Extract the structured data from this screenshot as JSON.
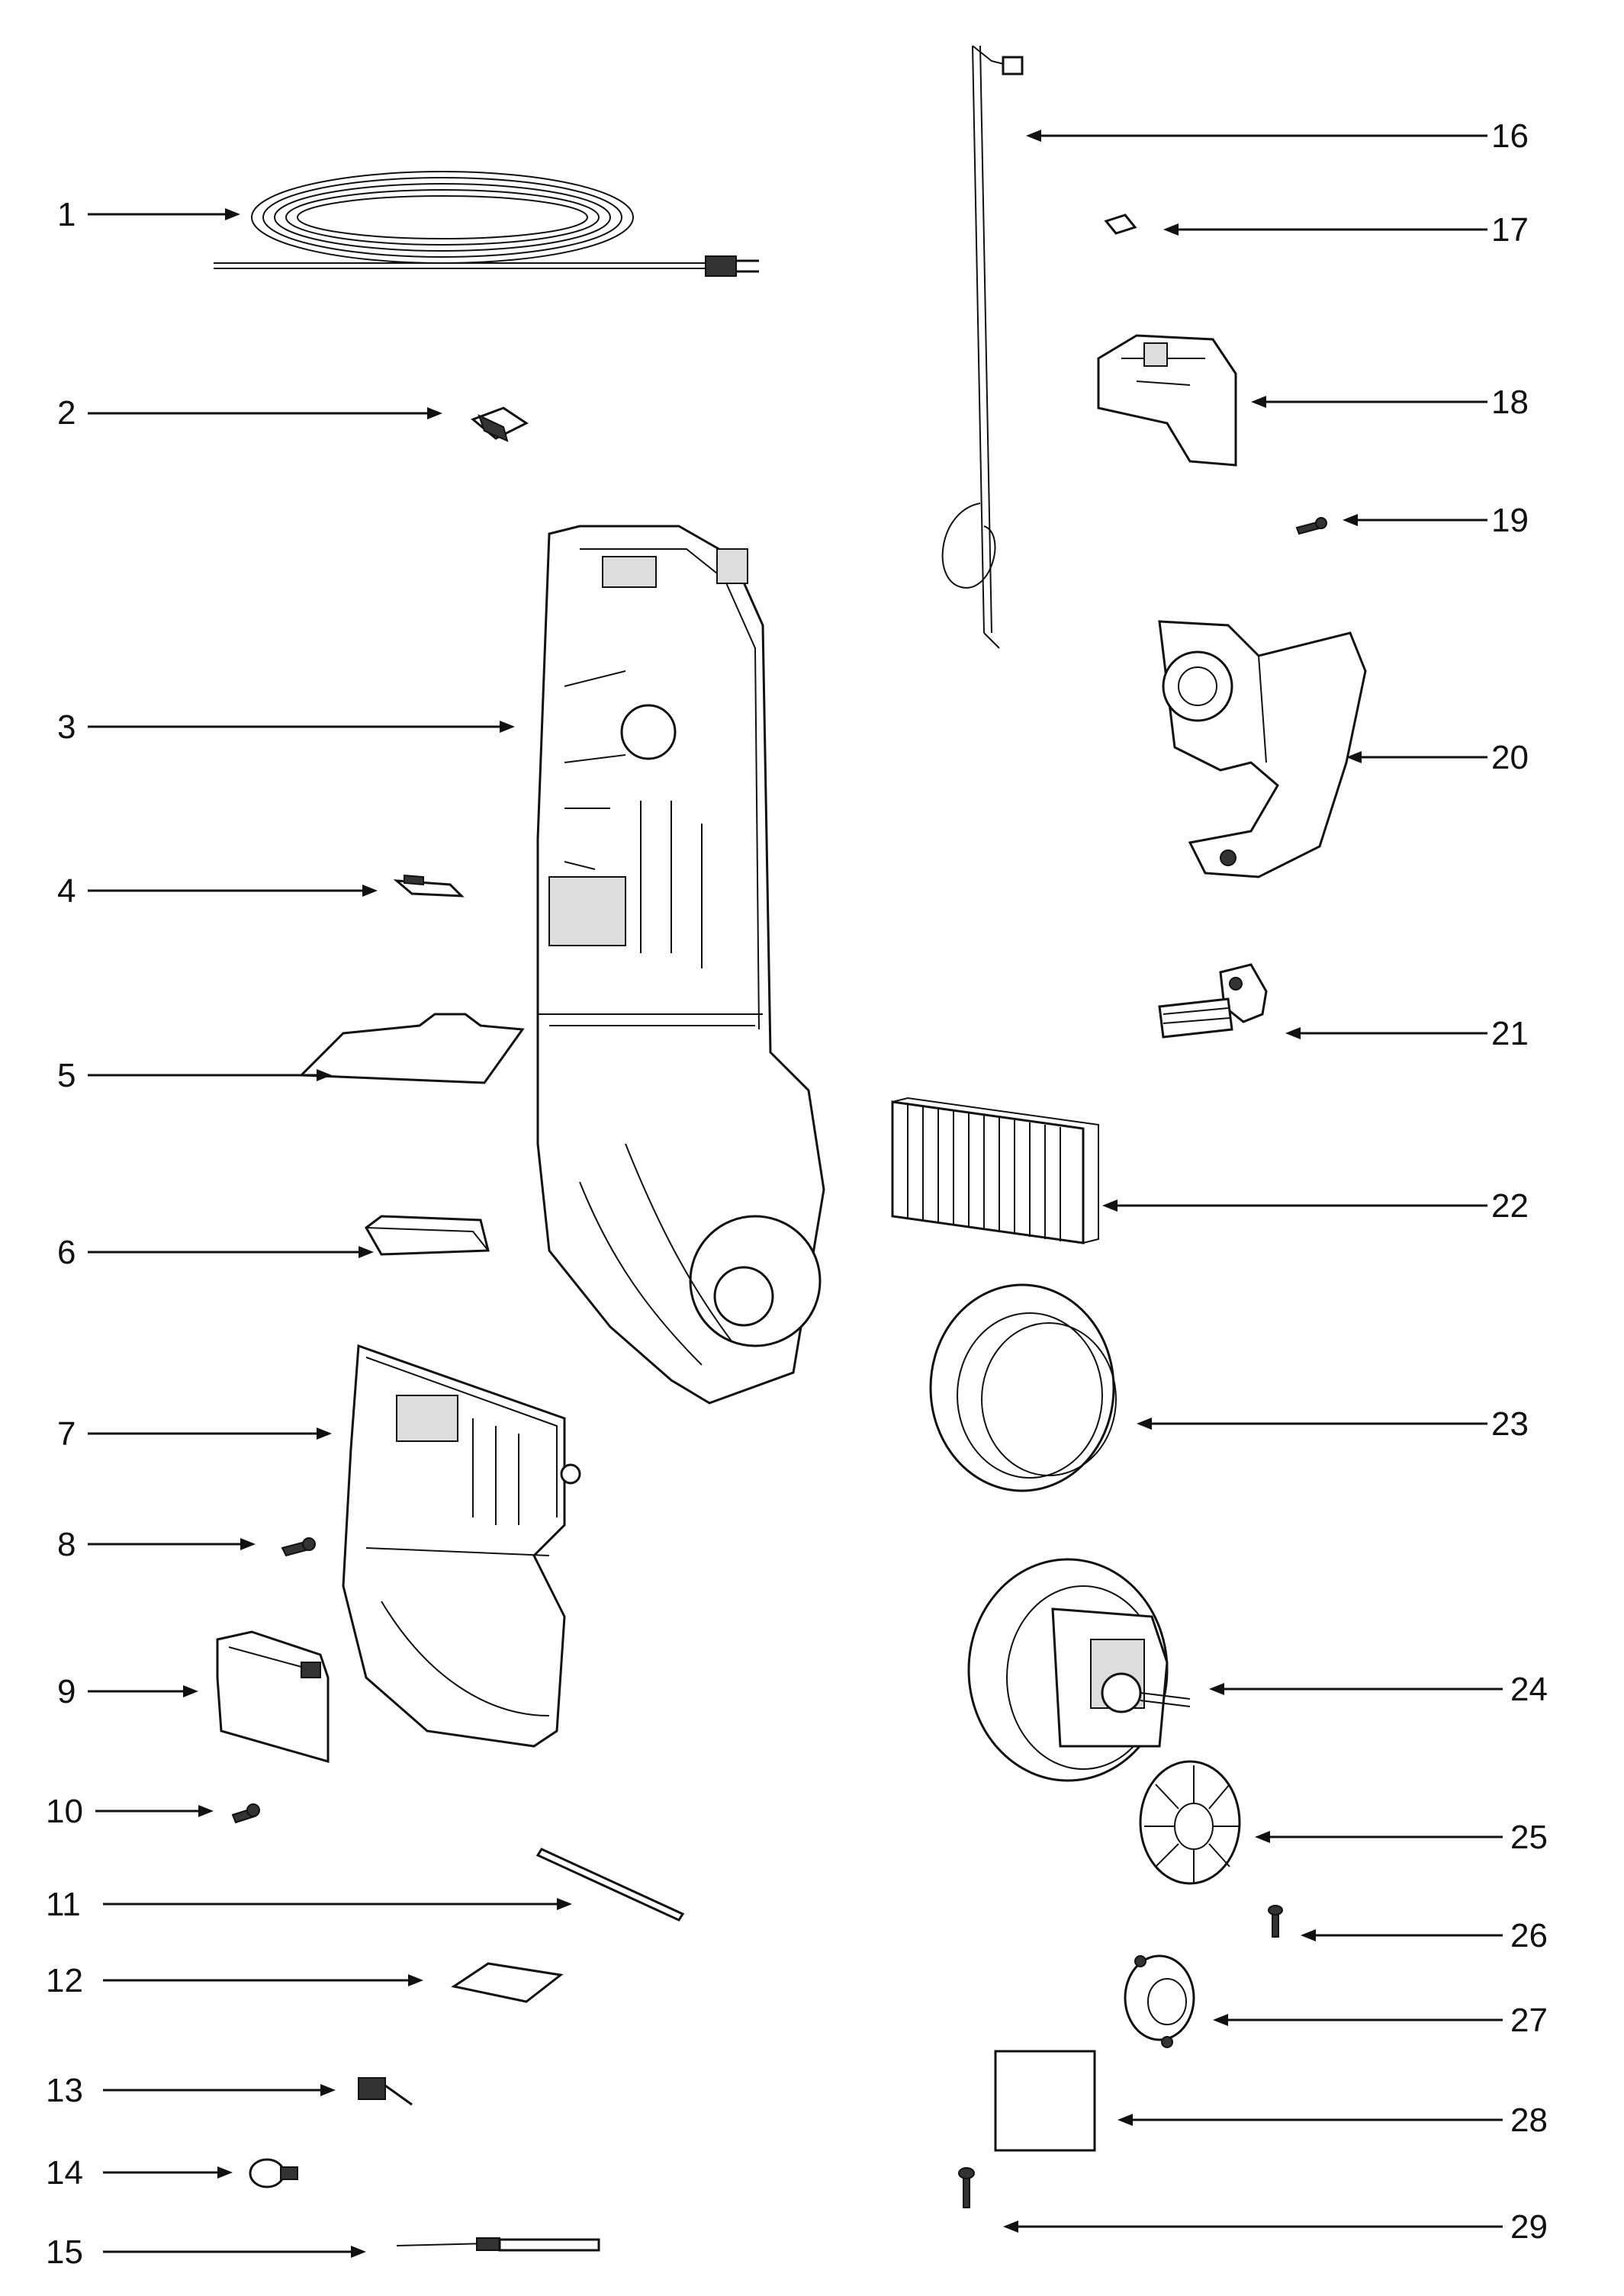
{
  "callouts": [
    "1",
    "2",
    "3",
    "4",
    "5",
    "6",
    "7",
    "8",
    "9",
    "10",
    "11",
    "12",
    "13",
    "14",
    "15",
    "16",
    "17",
    "18",
    "19",
    "20",
    "21",
    "22",
    "23",
    "24",
    "25",
    "26",
    "27",
    "28",
    "29"
  ],
  "icons": {
    "p1": "power-cord-icon",
    "p2": "switch-icon",
    "p3": "rear-housing-icon",
    "p4": "latch-icon",
    "p5": "filter-pad-icon",
    "p6": "foam-filter-icon",
    "p7": "front-housing-icon",
    "p8": "screw-icon",
    "p9": "cover-plate-icon",
    "p10": "screw-icon",
    "p11": "rod-icon",
    "p12": "label-icon",
    "p13": "connector-icon",
    "p14": "bulb-icon",
    "p15": "wire-harness-icon",
    "p16": "cable-rod-icon",
    "p17": "nut-icon",
    "p18": "bracket-icon",
    "p19": "screw-icon",
    "p20": "duct-elbow-icon",
    "p21": "clip-icon",
    "p22": "hepa-filter-icon",
    "p23": "ring-gasket-icon",
    "p24": "motor-icon",
    "p25": "fan-icon",
    "p26": "screw-icon",
    "p27": "motor-mount-icon",
    "p28": "card-icon",
    "p29": "screw-icon"
  }
}
